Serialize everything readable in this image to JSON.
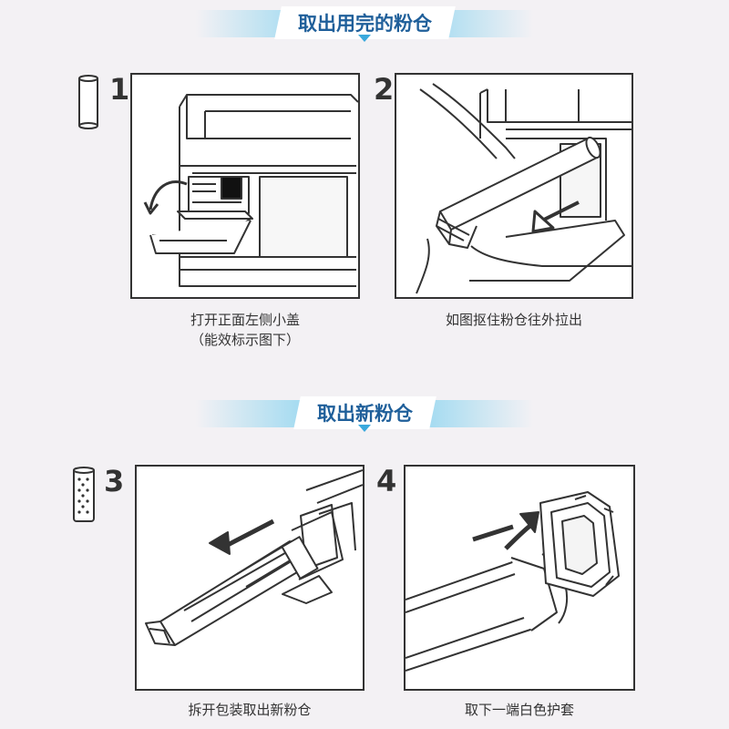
{
  "sections": [
    {
      "title": "取出用完的粉仓"
    },
    {
      "title": "取出新粉仓"
    }
  ],
  "steps": [
    {
      "number": "1",
      "caption_lines": [
        "打开正面左侧小盖",
        "（能效标示图下）"
      ]
    },
    {
      "number": "2",
      "caption_lines": [
        "如图抠住粉仓往外拉出"
      ]
    },
    {
      "number": "3",
      "caption_lines": [
        "拆开包装取出新粉仓"
      ]
    },
    {
      "number": "4",
      "caption_lines": [
        "取下一端白色护套"
      ]
    }
  ],
  "colors": {
    "banner_text": "#1f5f9a",
    "banner_bar": "#a7dcf1",
    "banner_pointer": "#3aa9dd",
    "line": "#333333",
    "background": "#f3f1f4"
  },
  "icons": {
    "empty_cartridge": "cartridge-empty-icon",
    "full_cartridge": "cartridge-full-icon"
  }
}
